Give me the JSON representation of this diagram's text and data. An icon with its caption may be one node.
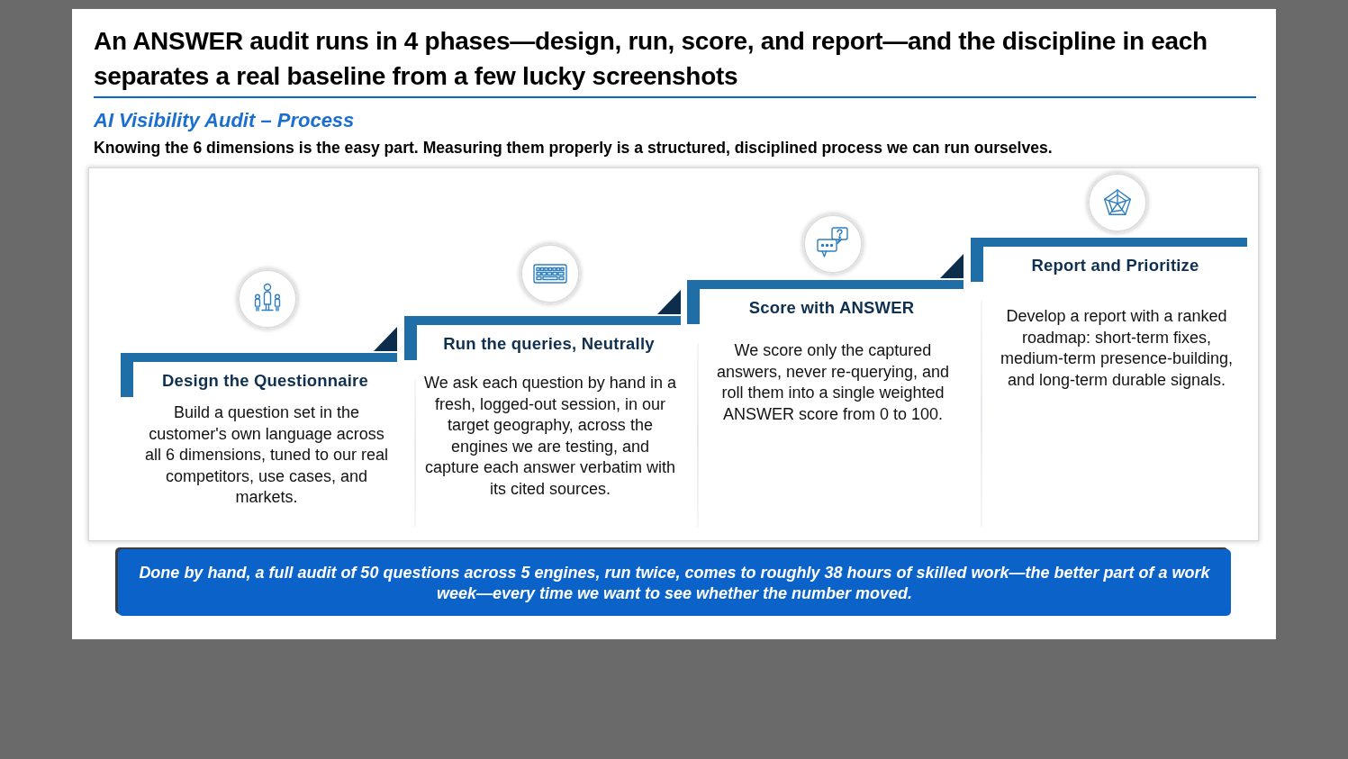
{
  "diagram": {
    "title": "An ANSWER audit runs in 4 phases—design, run, score, and report—and the discipline in each separates a real baseline from a few lucky screenshots",
    "nodes": [
      {
        "text": [
          "Design the Questionnaire",
          "Build a question set in the customer's own language across all 6 dimensions, tuned to our real competitors, use cases, and markets."
        ]
      },
      {
        "text": [
          "Run the queries, Neutrally",
          "We ask each question by hand in a fresh, logged-out session, in our target geography, across the engines we are testing, and capture each answer verbatim with its cited sources."
        ]
      },
      {
        "text": [
          "Score with ANSWER",
          "We score only the captured answers, never re-querying, and roll them into a single weighted ANSWER score from 0 to 100."
        ]
      },
      {
        "text": [
          "Report and Prioritize",
          "Develop a report with a ranked roadmap: short-term fixes, medium-term presence-building, and long-term durable signals."
        ]
      },
      {
        "text": [
          "Done by hand, a full audit of 50 questions across 5 engines, run twice, comes to roughly 38 hours of skilled work—the better part of a work week—every time we want to see whether the number moved."
        ]
      }
    ],
    "labels": [
      "AI Visibility Audit – Process",
      "Knowing the 6 dimensions is the easy part. Measuring them properly is a structured, disciplined process we can run ourselves."
    ]
  }
}
